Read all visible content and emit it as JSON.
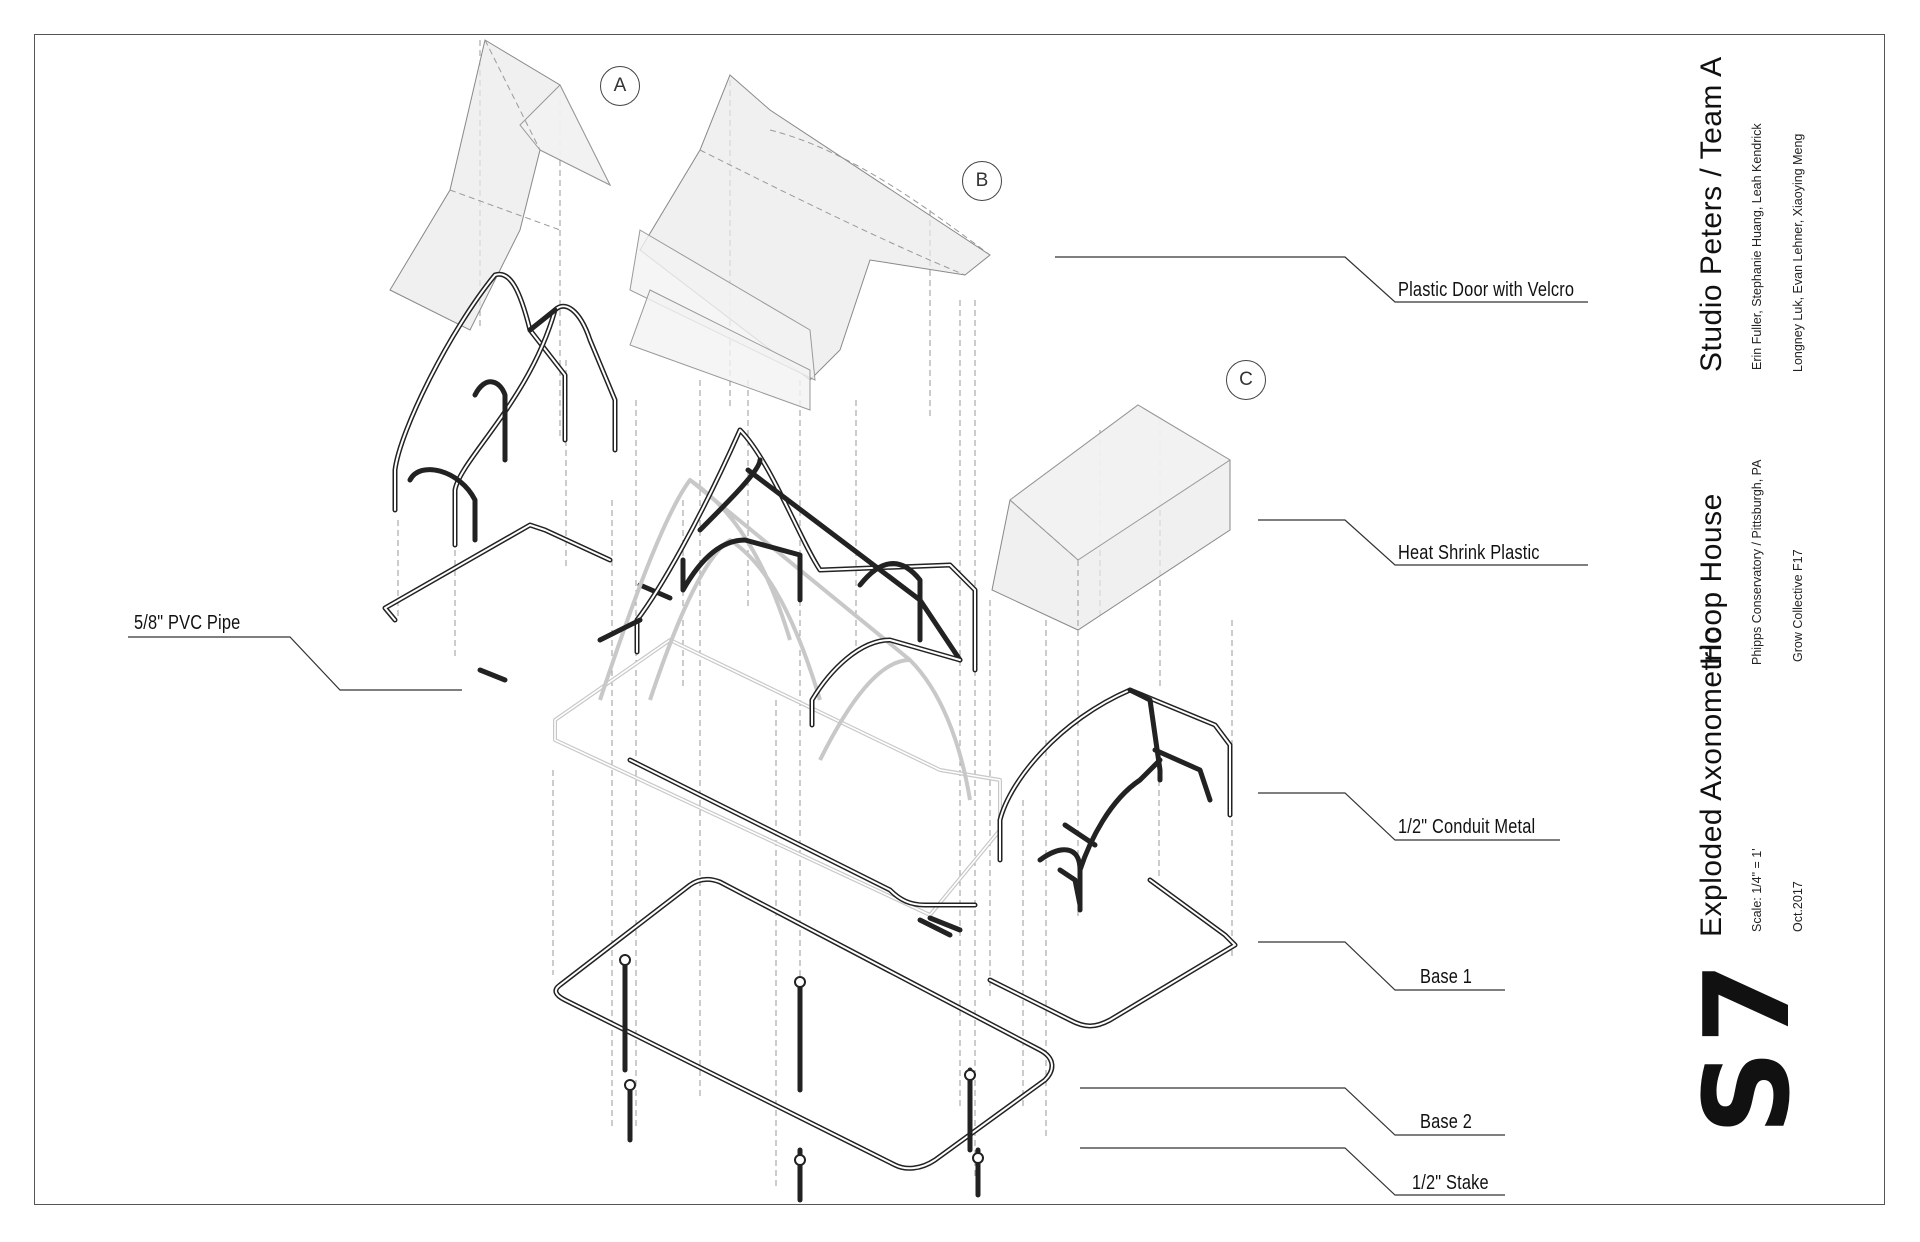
{
  "callouts": {
    "plastic_door": "Plastic Door with Velcro",
    "heat_shrink": "Heat Shrink Plastic",
    "pvc_pipe": "5/8\" PVC Pipe",
    "conduit": "1/2\" Conduit Metal",
    "base1": "Base 1",
    "base2": "Base 2",
    "stake": "1/2\" Stake"
  },
  "bubbles": {
    "a": "A",
    "b": "B",
    "c": "C"
  },
  "titleblock": {
    "studio": "Studio Peters / Team A",
    "team_line1": "Erin Fuller, Stephanie Huang, Leah Kendrick",
    "team_line2": "Longney Luk, Evan Lehner, Xiaoying Meng",
    "project": "Hoop House",
    "location": "Phipps Conservatory / Pittsburgh, PA",
    "collective": "Grow Collective F17",
    "drawing": "Exploded Axonometric",
    "scale": "Scale: 1/4\" = 1'",
    "date": "Oct.2017",
    "sheet": "S7"
  }
}
